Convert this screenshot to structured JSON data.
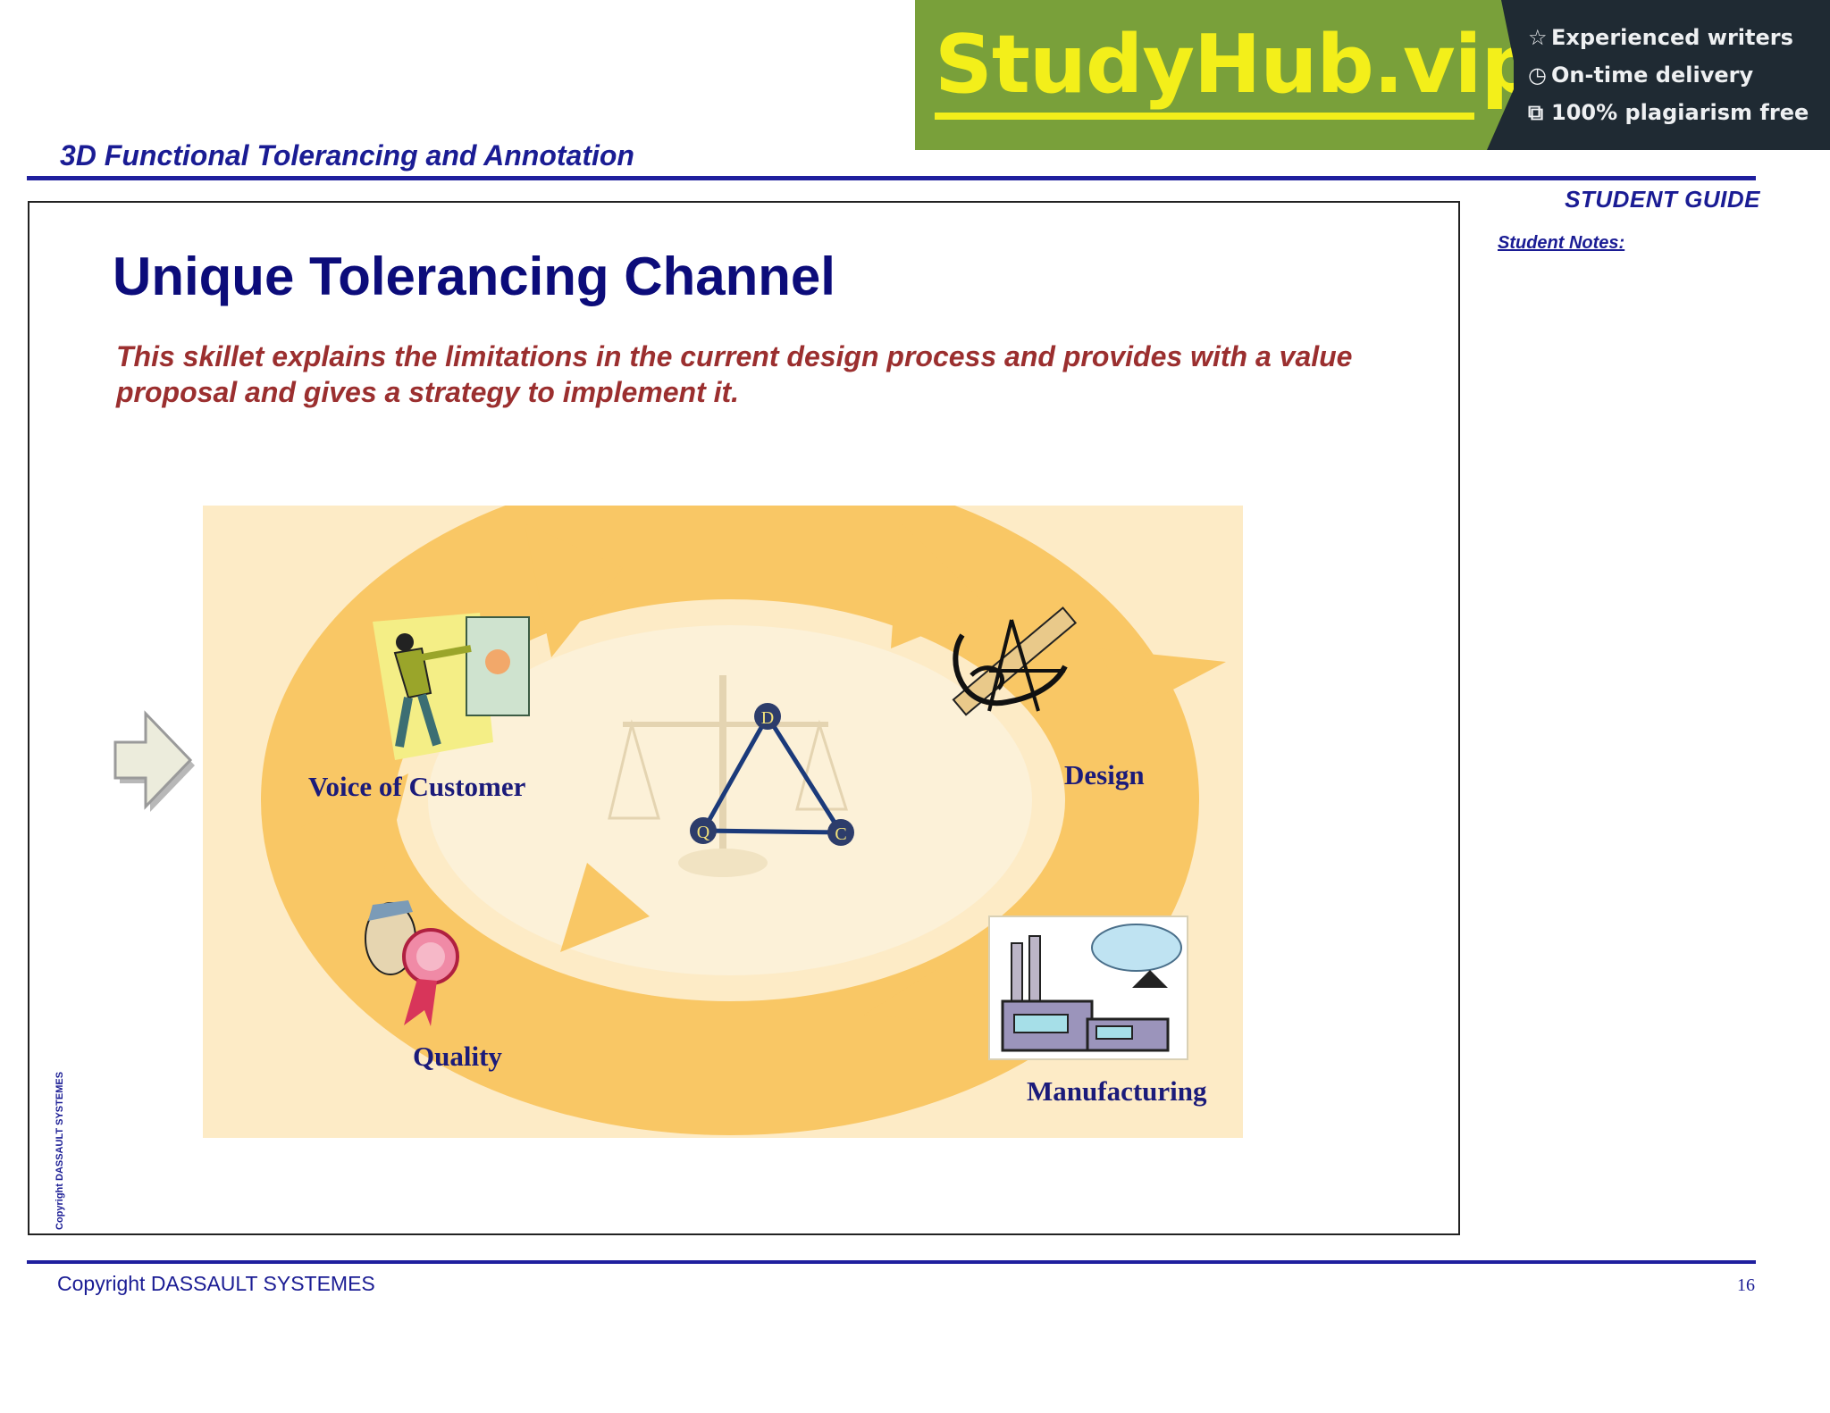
{
  "ad": {
    "brand": "StudyHub.vip",
    "features": [
      {
        "icon": "star-icon",
        "label": "Experienced writers"
      },
      {
        "icon": "clock-icon",
        "label": "On-time delivery"
      },
      {
        "icon": "copy-icon",
        "label": "100% plagiarism free"
      }
    ]
  },
  "header": {
    "title": "3D Functional Tolerancing and Annotation",
    "guide_label": "STUDENT GUIDE",
    "notes_label": "Student Notes:"
  },
  "slide": {
    "title": "Unique Tolerancing Channel",
    "description": "This skillet explains the limitations in the current design process and provides with a value proposal and gives a strategy to implement it.",
    "copyright_vertical": "Copyright DASSAULT SYSTEMES",
    "diagram": {
      "labels": {
        "voice_of_customer": "Voice of Customer",
        "design": "Design",
        "quality": "Quality",
        "manufacturing": "Manufacturing"
      },
      "triangle": {
        "d": "D",
        "q": "Q",
        "c": "C"
      }
    }
  },
  "footer": {
    "copyright": "Copyright DASSAULT SYSTEMES",
    "page_number": "16"
  },
  "colors": {
    "header_blue": "#1a1c94",
    "description_red": "#9b2f2f",
    "ad_green": "#79a03a",
    "ad_dark": "#1f2a33",
    "brand_yellow": "#f3ef1a",
    "cycle_orange": "#f9c765",
    "diagram_bg": "#fdebc6"
  }
}
